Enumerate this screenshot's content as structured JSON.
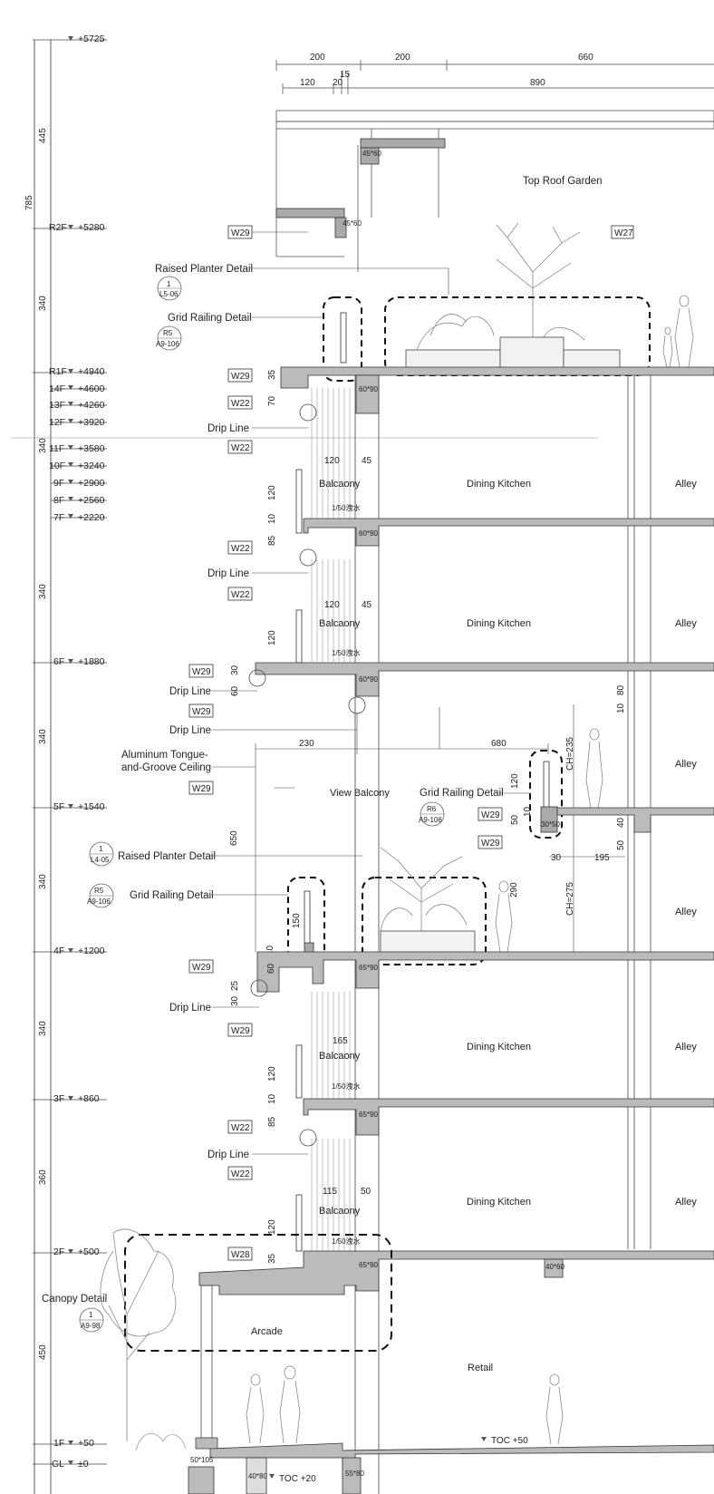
{
  "top_dims": {
    "row1": [
      "200",
      "200",
      "660"
    ],
    "row2": [
      "120",
      "20",
      "15",
      "890"
    ]
  },
  "levels": [
    {
      "name": "",
      "elev": "+5725"
    },
    {
      "name": "R2F",
      "elev": "+5280"
    },
    {
      "name": "R1F",
      "elev": "+4940"
    },
    {
      "name": "14F",
      "elev": "+4600"
    },
    {
      "name": "13F",
      "elev": "+4260"
    },
    {
      "name": "12F",
      "elev": "+3920"
    },
    {
      "name": "11F",
      "elev": "+3580"
    },
    {
      "name": "10F",
      "elev": "+3240"
    },
    {
      "name": "9F",
      "elev": "+2900"
    },
    {
      "name": "8F",
      "elev": "+2560"
    },
    {
      "name": "7F",
      "elev": "+2220"
    },
    {
      "name": "6F",
      "elev": "+1880"
    },
    {
      "name": "5F",
      "elev": "+1540"
    },
    {
      "name": "4F",
      "elev": "+1200"
    },
    {
      "name": "3F",
      "elev": "+860"
    },
    {
      "name": "2F",
      "elev": "+500"
    },
    {
      "name": "1F",
      "elev": "+50"
    },
    {
      "name": "GL",
      "elev": "±0"
    }
  ],
  "left_dims": [
    "785",
    "445",
    "340",
    "340",
    "340",
    "340",
    "340",
    "340",
    "360",
    "450"
  ],
  "labels": {
    "raised_planter_1": "Raised Planter Detail",
    "raised_planter_1_ref_top": "1",
    "raised_planter_1_ref_bot": "L5-06",
    "grid_railing_1": "Grid Railing Detail",
    "grid_railing_1_ref_top": "R5",
    "grid_railing_1_ref_bot": "A9-106",
    "drip_line": "Drip Line",
    "aluminum_1": "Aluminum Tongue-",
    "aluminum_2": "and-Groove Ceiling",
    "view_balcony": "View Balcony",
    "grid_railing_2": "Grid Railing Detail",
    "grid_railing_2_ref_top": "R6",
    "grid_railing_2_ref_bot": "A9-106",
    "raised_planter_2": "Raised Planter Detail",
    "raised_planter_2_ref_top": "1",
    "raised_planter_2_ref_bot": "L4-05",
    "grid_railing_3": "Grid Railing Detail",
    "grid_railing_3_ref_top": "R5",
    "grid_railing_3_ref_bot": "A9-106",
    "canopy": "Canopy Detail",
    "canopy_ref_top": "1",
    "canopy_ref_bot": "A9-98"
  },
  "rooms": {
    "top_roof_garden": "Top Roof Garden",
    "balcony": "Balcaony",
    "dining_kitchen": "Dining Kitchen",
    "alley": "Alley",
    "arcade": "Arcade",
    "retail": "Retail"
  },
  "tags": {
    "w29": "W29",
    "w27": "W27",
    "w22": "W22",
    "w28": "W28"
  },
  "notes": {
    "beam_45x60": "45*60",
    "beam_60x90": "60*90",
    "beam_65x90": "65*90",
    "beam_40x60": "40*60",
    "beam_30x50": "30*50",
    "beam_55x80": "55*80",
    "beam_50x105": "50*105",
    "beam_40x80": "40*80",
    "slope": "1/50洩水",
    "toc_20": "TOC +20",
    "toc_50": "TOC +50",
    "ch_235": "CH=235",
    "ch_275": "CH=275"
  },
  "inner_dims": {
    "d120": "120",
    "d45": "45",
    "d10": "10",
    "d85": "85",
    "d35": "35",
    "d70": "70",
    "d30": "30",
    "d60": "60",
    "d230": "230",
    "d680": "680",
    "d650": "650",
    "d80": "80",
    "d40": "40",
    "d50": "50",
    "d195": "195",
    "d290": "290",
    "d150": "150",
    "d25": "25",
    "d165": "165",
    "d115": "115"
  }
}
